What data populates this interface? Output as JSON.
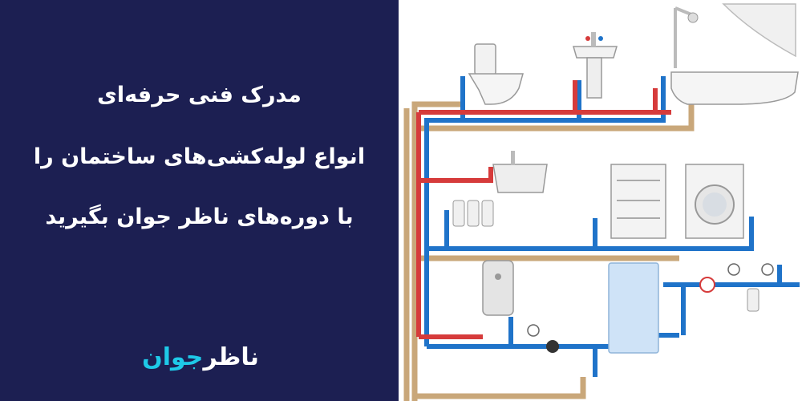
{
  "banner": {
    "headline_line1": "مدرک فنی حرفه‌ای",
    "headline_line2": "انواع لوله‌کشی‌های ساختمان را",
    "headline_line3": "با دوره‌های ناظر جوان بگیرید",
    "brand_part1": "ناظر",
    "brand_part2": "جوان"
  },
  "colors": {
    "panel_bg": "#1c1f52",
    "brand_accent": "#1ec9e8",
    "cold_pipe": "#1f73c9",
    "hot_pipe": "#d63b3b",
    "drain_pipe": "#c9a77a"
  },
  "illustration": {
    "subject": "building-plumbing-diagram",
    "fixtures": [
      "toilet-icon",
      "washbasin-icon",
      "bathtub-shower-icon",
      "kitchen-sink-icon",
      "water-filter-icon",
      "dishwasher-icon",
      "washing-machine-icon",
      "water-heater-icon",
      "boiler-icon",
      "pressure-gauge-icon",
      "water-meter-icon",
      "circulation-pump-icon"
    ]
  }
}
